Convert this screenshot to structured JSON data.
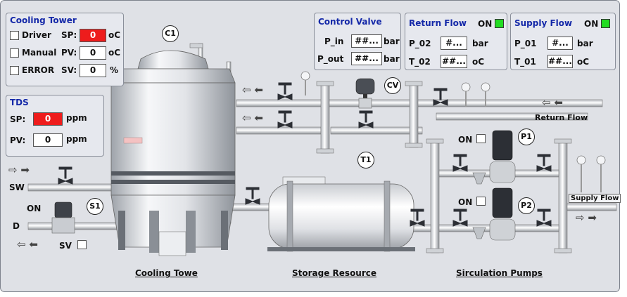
{
  "cooling_tower_panel": {
    "title": "Cooling Tower",
    "driver_label": "Driver",
    "manual_label": "Manual",
    "error_label": "ERROR",
    "sp_label": "SP:",
    "pv_label": "PV:",
    "sv_label": "SV:",
    "sp_value": "0",
    "pv_value": "0",
    "sv_value": "0",
    "sp_unit": "oC",
    "pv_unit": "oC",
    "sv_unit": "%"
  },
  "tds_panel": {
    "title": "TDS",
    "sp_label": "SP:",
    "pv_label": "PV:",
    "sp_value": "0",
    "pv_value": "0",
    "sp_unit": "ppm",
    "pv_unit": "ppm"
  },
  "control_valve_panel": {
    "title": "Control Valve",
    "p_in_label": "P_in",
    "p_out_label": "P_out",
    "p_in_value": "##...",
    "p_out_value": "##...",
    "unit": "bar"
  },
  "return_flow_panel": {
    "title": "Return Flow",
    "on_label": "ON",
    "p_label": "P_02",
    "t_label": "T_02",
    "p_value": "#...",
    "t_value": "##...",
    "p_unit": "bar",
    "t_unit": "oC"
  },
  "supply_flow_panel": {
    "title": "Supply Flow",
    "on_label": "ON",
    "p_label": "P_01",
    "t_label": "T_01",
    "p_value": "#...",
    "t_value": "##...",
    "p_unit": "bar",
    "t_unit": "oC"
  },
  "diagram": {
    "tags": {
      "c1": "C1",
      "cv": "CV",
      "t1": "T1",
      "p1": "P1",
      "p2": "P2",
      "s1": "S1"
    },
    "return_flow_label": "Return Flow",
    "supply_flow_label": "Supply Flow",
    "sw_label": "SW",
    "d_label": "D",
    "s1_on_label": "ON",
    "sv_label": "SV",
    "p1_on_label": "ON",
    "p2_on_label": "ON",
    "caption_cooling": "Cooling Towe",
    "caption_storage": "Storage Resource",
    "caption_pumps": "Sirculation Pumps"
  },
  "colors": {
    "background": "#dfe1e6",
    "panel_title": "#1428a8",
    "setpoint_alarm": "#ee1c1c",
    "indicator_on": "#22dd22"
  }
}
